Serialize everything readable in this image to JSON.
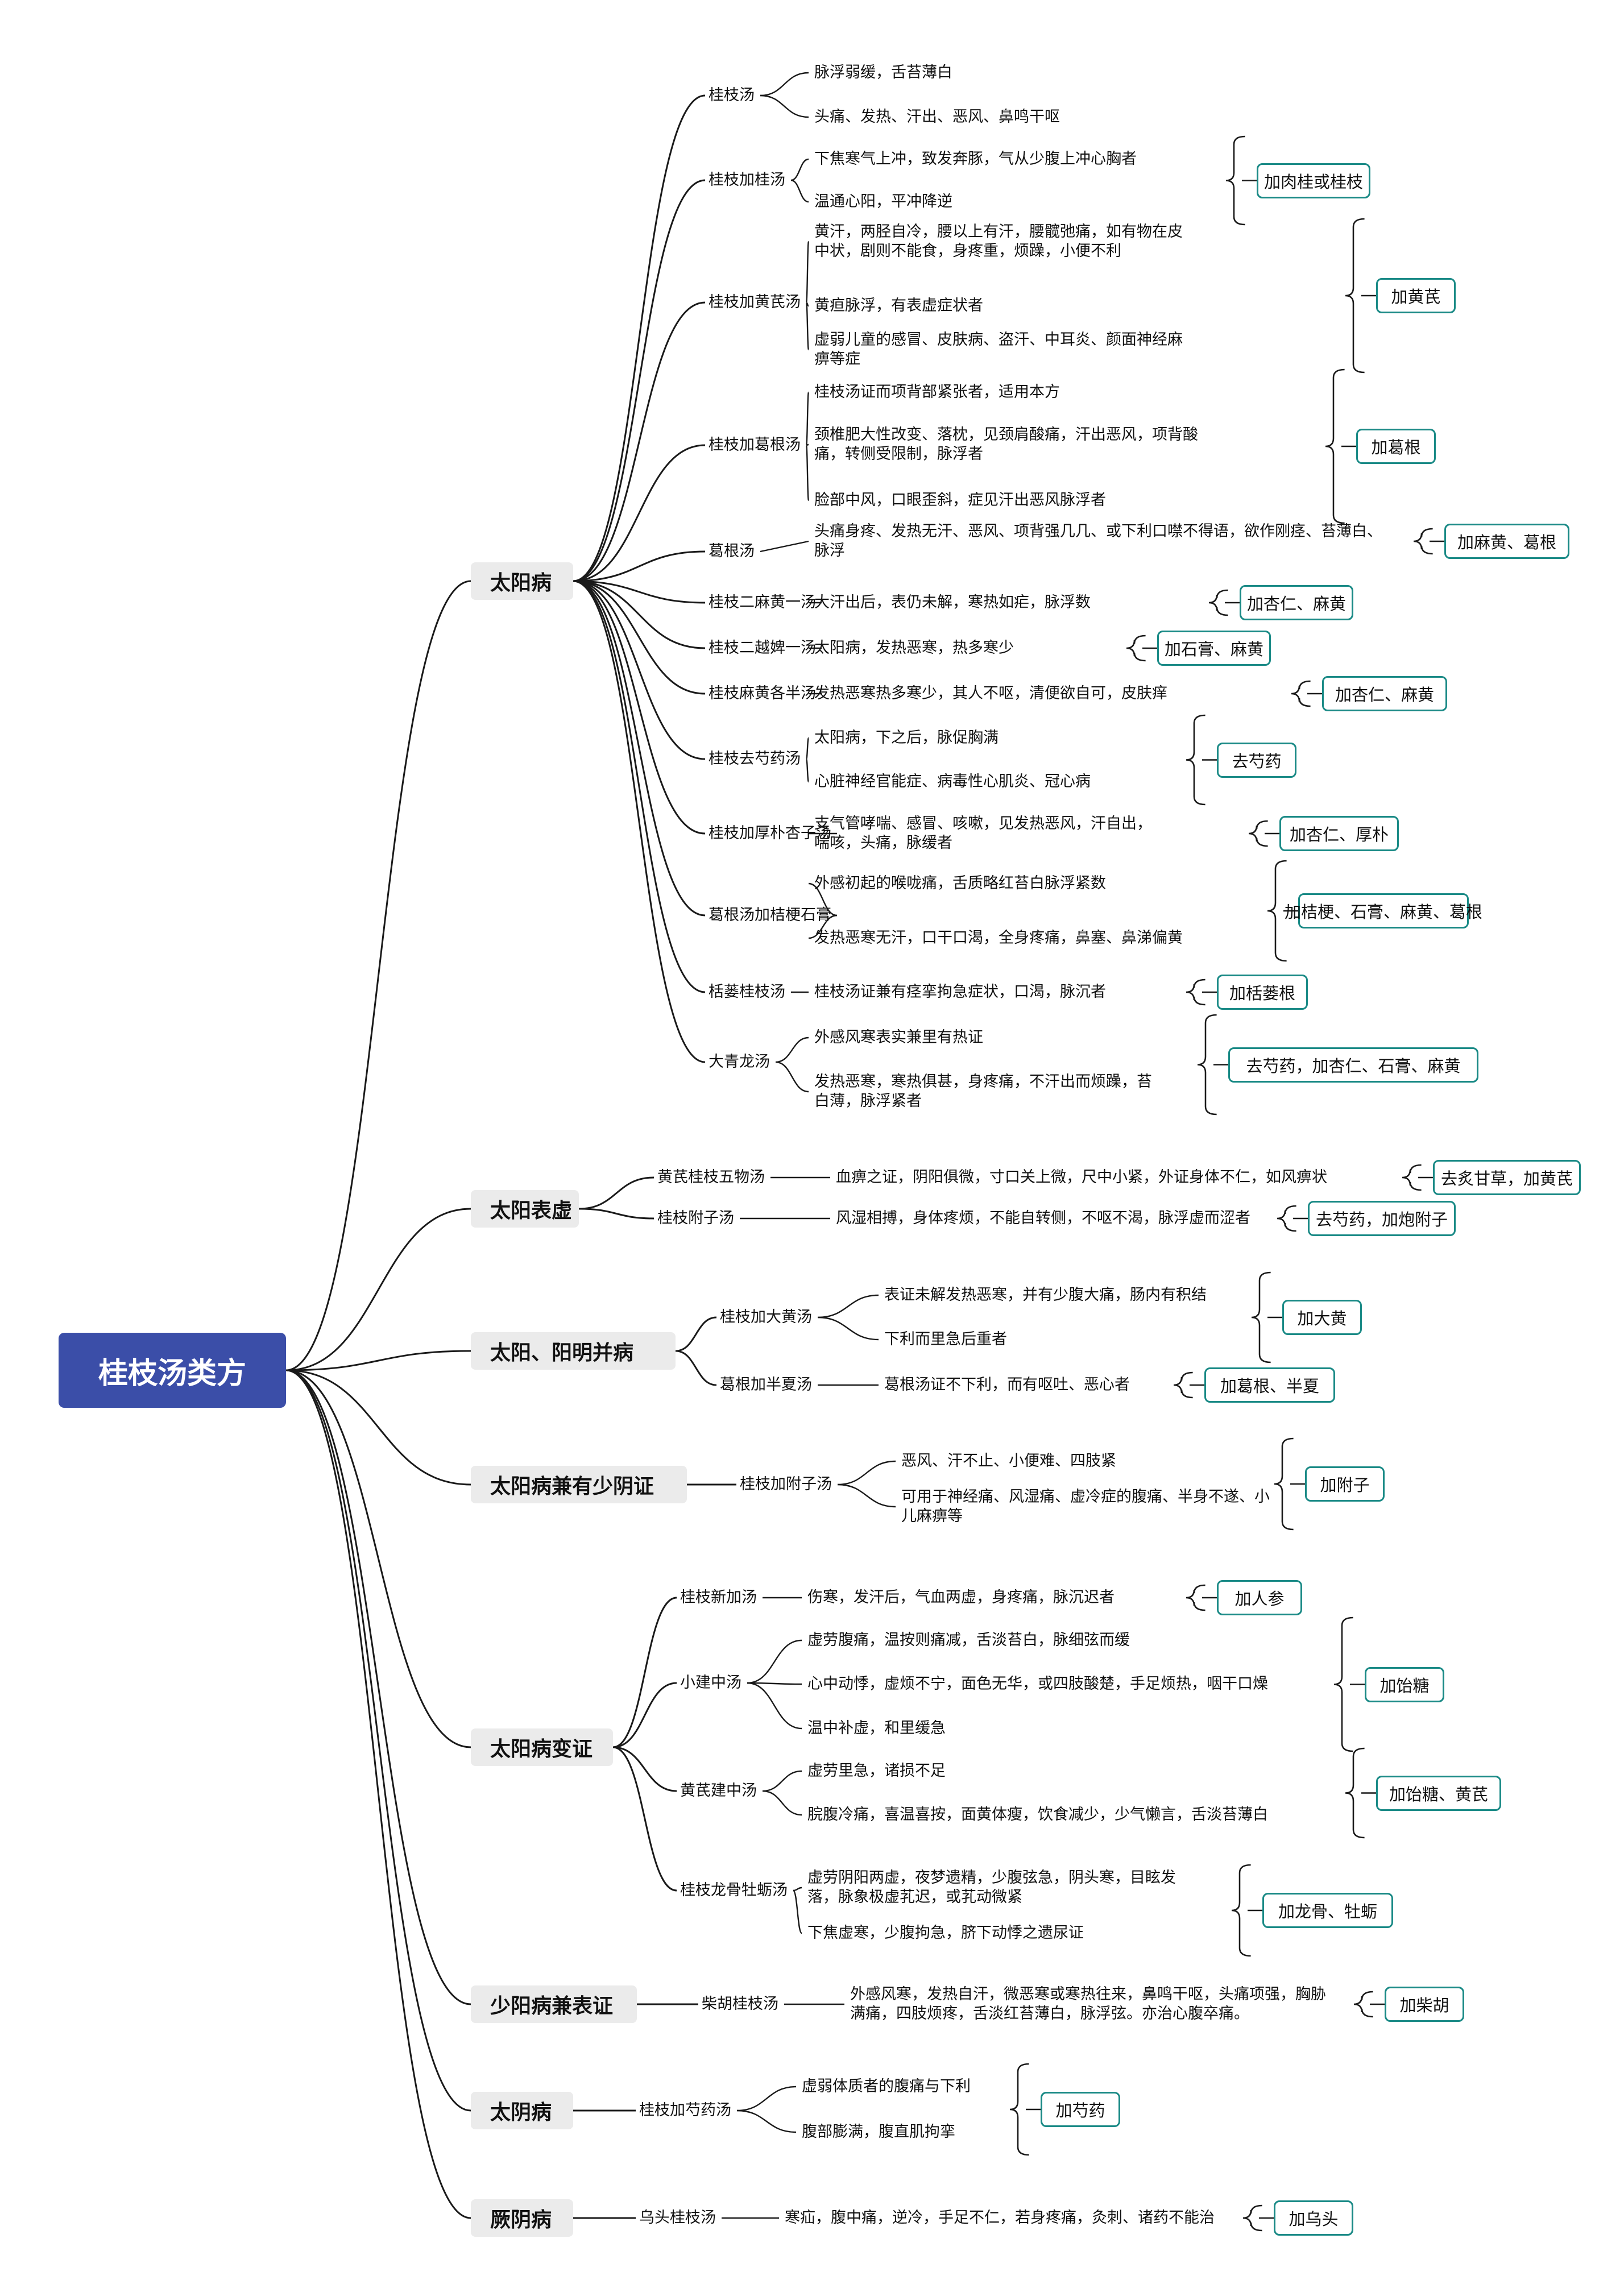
{
  "root": "桂枝汤类方",
  "categories": [
    {
      "label": "太阳病",
      "formulas": [
        {
          "name": "桂枝汤",
          "indications": [
            "脉浮弱缓，舌苔薄白",
            "头痛、发热、汗出、恶风、鼻鸣干呕"
          ],
          "modification": ""
        },
        {
          "name": "桂枝加桂汤",
          "indications": [
            "下焦寒气上冲，致发奔豚，气从少腹上冲心胸者",
            "温通心阳，平冲降逆"
          ],
          "modification": "加肉桂或桂枝"
        },
        {
          "name": "桂枝加黄芪汤",
          "indications": [
            "黄汗，两胫自冷，腰以上有汗，腰髋弛痛，如有物在皮中状，剧则不能食，身疼重，烦躁，小便不利",
            "黄疸脉浮，有表虚症状者",
            "虚弱儿童的感冒、皮肤病、盗汗、中耳炎、颜面神经麻痹等症"
          ],
          "modification": "加黄芪"
        },
        {
          "name": "桂枝加葛根汤",
          "indications": [
            "桂枝汤证而项背部紧张者，适用本方",
            "颈椎肥大性改变、落枕，见颈肩酸痛，汗出恶风，项背酸痛，转侧受限制，脉浮者",
            "脸部中风，口眼歪斜，症见汗出恶风脉浮者"
          ],
          "modification": "加葛根"
        },
        {
          "name": "葛根汤",
          "indications": [
            "头痛身疼、发热无汗、恶风、项背强几几、或下利口噤不得语，欲作刚痉、苔薄白、脉浮"
          ],
          "modification": "加麻黄、葛根"
        },
        {
          "name": "桂枝二麻黄一汤",
          "indications": [
            "大汗出后，表仍未解，寒热如疟，脉浮数"
          ],
          "modification": "加杏仁、麻黄"
        },
        {
          "name": "桂枝二越婢一汤",
          "indications": [
            "太阳病，发热恶寒，热多寒少"
          ],
          "modification": "加石膏、麻黄"
        },
        {
          "name": "桂枝麻黄各半汤",
          "indications": [
            "发热恶寒热多寒少，其人不呕，清便欲自可，皮肤痒"
          ],
          "modification": "加杏仁、麻黄"
        },
        {
          "name": "桂枝去芍药汤",
          "indications": [
            "太阳病，下之后，脉促胸满",
            "心脏神经官能症、病毒性心肌炎、冠心病"
          ],
          "modification": "去芍药"
        },
        {
          "name": "桂枝加厚朴杏子汤",
          "indications": [
            "支气管哮喘、感冒、咳嗽，见发热恶风，汗自出，喘咳，头痛，脉缓者"
          ],
          "modification": "加杏仁、厚朴"
        },
        {
          "name": "葛根汤加桔梗石膏",
          "indications": [
            "外感初起的喉咙痛，舌质略红苔白脉浮紧数",
            "发热恶寒无汗，口干口渴，全身疼痛，鼻塞、鼻涕偏黄"
          ],
          "modification": "加桔梗、石膏、麻黄、葛根"
        },
        {
          "name": "栝蒌桂枝汤",
          "indications": [
            "桂枝汤证兼有痉挛拘急症状，口渴，脉沉者"
          ],
          "modification": "加栝蒌根"
        },
        {
          "name": "大青龙汤",
          "indications": [
            "外感风寒表实兼里有热证",
            "发热恶寒，寒热俱甚，身疼痛，不汗出而烦躁，苔白薄，脉浮紧者"
          ],
          "modification": "去芍药，加杏仁、石膏、麻黄"
        }
      ]
    },
    {
      "label": "太阳表虚",
      "formulas": [
        {
          "name": "黄芪桂枝五物汤",
          "indications": [
            "血痹之证，阴阳俱微，寸口关上微，尺中小紧，外证身体不仁，如风痹状"
          ],
          "modification": "去炙甘草，加黄芪"
        },
        {
          "name": "桂枝附子汤",
          "indications": [
            "风湿相搏，身体疼烦，不能自转侧，不呕不渴，脉浮虚而涩者"
          ],
          "modification": "去芍药，加炮附子"
        }
      ]
    },
    {
      "label": "太阳、阳明并病",
      "formulas": [
        {
          "name": "桂枝加大黄汤",
          "indications": [
            "表证未解发热恶寒，并有少腹大痛，肠内有积结",
            "下利而里急后重者"
          ],
          "modification": "加大黄"
        },
        {
          "name": "葛根加半夏汤",
          "indications": [
            "葛根汤证不下利，而有呕吐、恶心者"
          ],
          "modification": "加葛根、半夏"
        }
      ]
    },
    {
      "label": "太阳病兼有少阴证",
      "formulas": [
        {
          "name": "桂枝加附子汤",
          "indications": [
            "恶风、汗不止、小便难、四肢紧",
            "可用于神经痛、风湿痛、虚冷症的腹痛、半身不遂、小儿麻痹等"
          ],
          "modification": "加附子"
        }
      ]
    },
    {
      "label": "太阳病变证",
      "formulas": [
        {
          "name": "桂枝新加汤",
          "indications": [
            "伤寒，发汗后，气血两虚，身疼痛，脉沉迟者"
          ],
          "modification": "加人参"
        },
        {
          "name": "小建中汤",
          "indications": [
            "虚劳腹痛，温按则痛减，舌淡苔白，脉细弦而缓",
            "心中动悸，虚烦不宁，面色无华，或四肢酸楚，手足烦热，咽干口燥",
            "温中补虚，和里缓急"
          ],
          "modification": "加饴糖"
        },
        {
          "name": "黄芪建中汤",
          "indications": [
            "虚劳里急，诸损不足",
            "脘腹冷痛，喜温喜按，面黄体瘦，饮食减少，少气懒言，舌淡苔薄白"
          ],
          "modification": "加饴糖、黄芪"
        },
        {
          "name": "桂枝龙骨牡蛎汤",
          "indications": [
            "虚劳阴阳两虚，夜梦遗精，少腹弦急，阴头寒，目眩发落，脉象极虚芤迟，或芤动微紧",
            "下焦虚寒，少腹拘急，脐下动悸之遗尿证"
          ],
          "modification": "加龙骨、牡蛎"
        }
      ]
    },
    {
      "label": "少阳病兼表证",
      "formulas": [
        {
          "name": "柴胡桂枝汤",
          "indications": [
            "外感风寒，发热自汗，微恶寒或寒热往来，鼻鸣干呕，头痛项强，胸胁满痛，四肢烦疼，舌淡红苔薄白，脉浮弦。亦治心腹卒痛。"
          ],
          "modification": "加柴胡"
        }
      ]
    },
    {
      "label": "太阴病",
      "formulas": [
        {
          "name": "桂枝加芍药汤",
          "indications": [
            "虚弱体质者的腹痛与下利",
            "腹部膨满，腹直肌拘挛"
          ],
          "modification": "加芍药"
        }
      ]
    },
    {
      "label": "厥阴病",
      "formulas": [
        {
          "name": "乌头桂枝汤",
          "indications": [
            "寒疝，腹中痛，逆冷，手足不仁，若身疼痛，灸刺、诸药不能治"
          ],
          "modification": "加乌头"
        }
      ]
    }
  ]
}
